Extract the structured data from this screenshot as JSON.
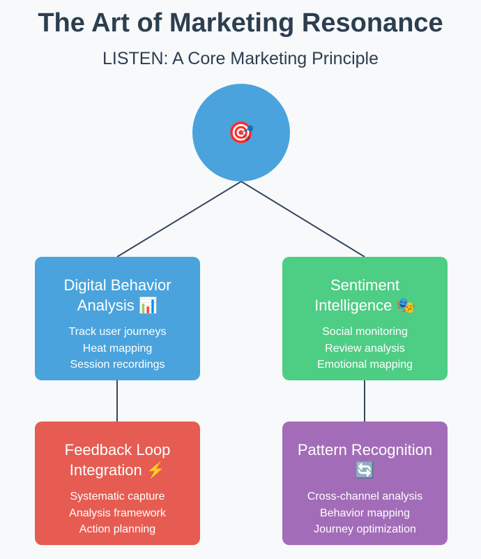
{
  "title": "The Art of Marketing Resonance",
  "subtitle": "LISTEN: A Core Marketing Principle",
  "hub": {
    "icon": "🎯",
    "icon_name": "target-icon",
    "color": "#4aa3dc"
  },
  "nodes": [
    {
      "title": "Digital Behavior Analysis 📊",
      "icon_name": "bar-chart-icon",
      "color": "#4aa3dc",
      "items": [
        "Track user journeys",
        "Heat mapping",
        "Session recordings"
      ]
    },
    {
      "title": "Sentiment Intelligence 🎭",
      "icon_name": "theater-masks-icon",
      "color": "#4ecd84",
      "items": [
        "Social monitoring",
        "Review analysis",
        "Emotional mapping"
      ]
    },
    {
      "title": "Feedback Loop Integration ⚡",
      "icon_name": "lightning-icon",
      "color": "#e65c52",
      "items": [
        "Systematic capture",
        "Analysis framework",
        "Action planning"
      ]
    },
    {
      "title": "Pattern Recognition 🔄",
      "icon_name": "refresh-icon",
      "color": "#a36cb8",
      "items": [
        "Cross-channel analysis",
        "Behavior mapping",
        "Journey optimization"
      ]
    }
  ]
}
